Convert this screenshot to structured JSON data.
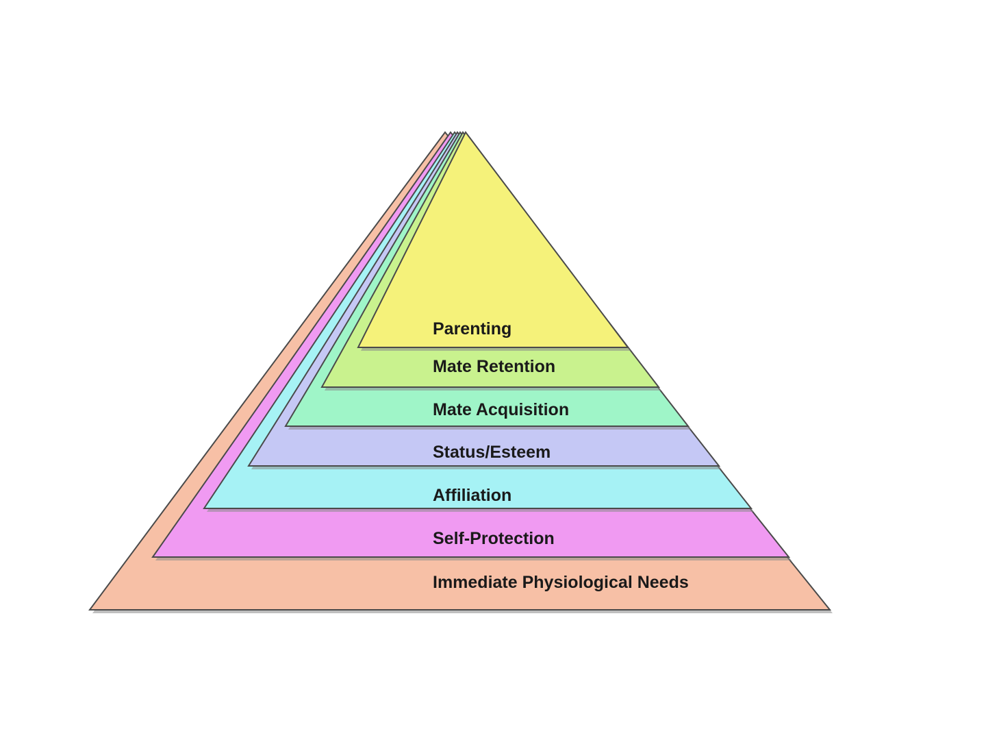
{
  "diagram": {
    "layers": [
      {
        "label": "Parenting",
        "color": "#f5f27a"
      },
      {
        "label": "Mate Retention",
        "color": "#c9f28e"
      },
      {
        "label": "Mate Acquisition",
        "color": "#9ff5c8"
      },
      {
        "label": "Status/Esteem",
        "color": "#c5c8f5"
      },
      {
        "label": "Affiliation",
        "color": "#a6f2f5"
      },
      {
        "label": "Self-Protection",
        "color": "#f09af2"
      },
      {
        "label": "Immediate Physiological Needs",
        "color": "#f7c0a6"
      }
    ]
  }
}
